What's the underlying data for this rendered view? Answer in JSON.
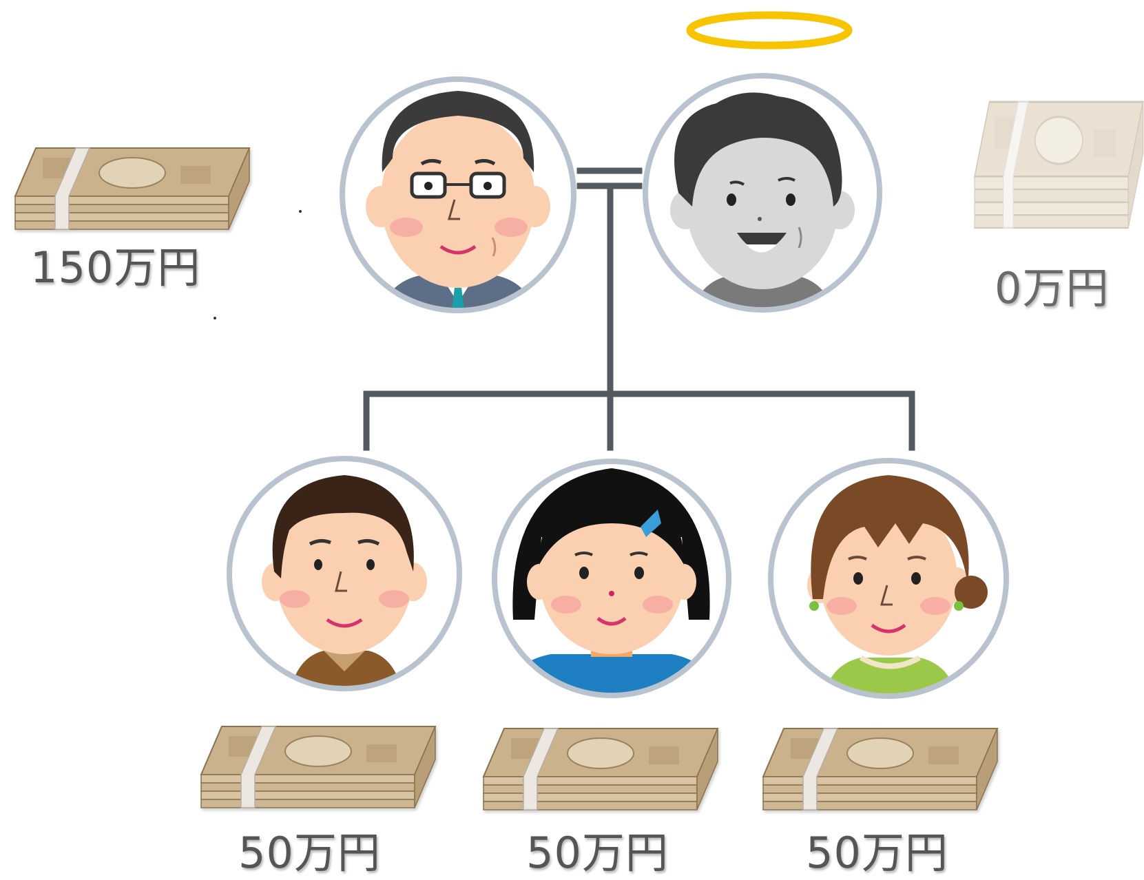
{
  "amounts": {
    "father": "150万円",
    "mother": "0万円",
    "child1": "50万円",
    "child2": "50万円",
    "child3": "50万円"
  },
  "colors": {
    "halo": "#f6c400",
    "connector": "#555a60",
    "ring": "#b9c2cf",
    "money": "#c8b089",
    "money_band": "#e9e4dd",
    "skin": "#fbd0b0"
  },
  "icons": {
    "deceased_marker": "halo-icon",
    "inheritance": "banknote-stack-icon"
  }
}
